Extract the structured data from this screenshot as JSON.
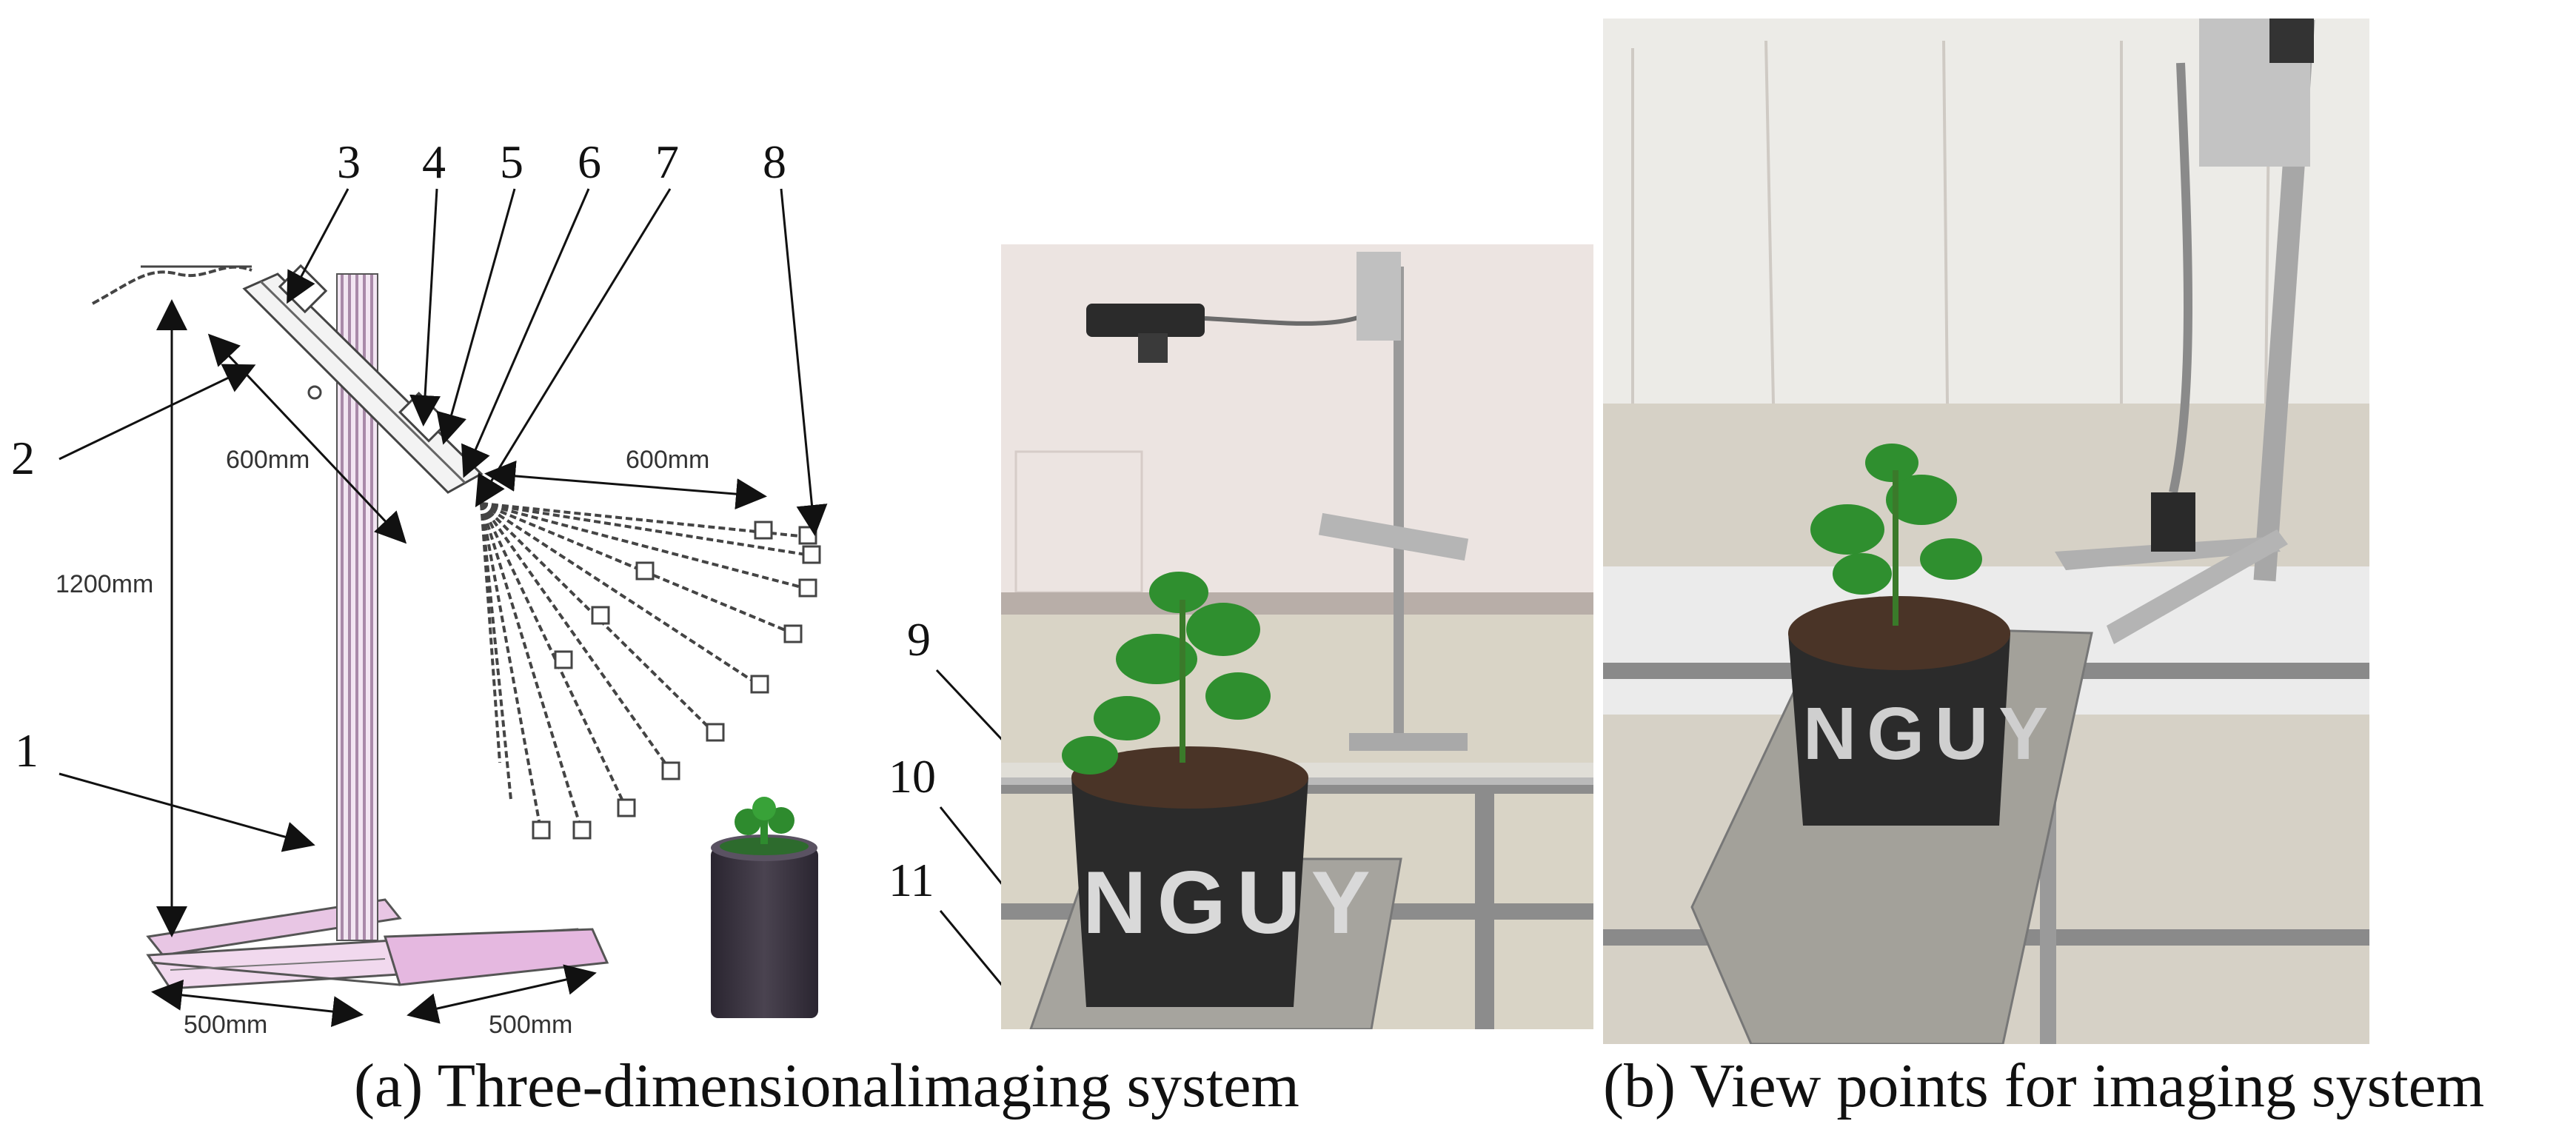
{
  "figure": {
    "part_numbers": [
      "1",
      "2",
      "3",
      "4",
      "5",
      "6",
      "7",
      "8",
      "9",
      "10",
      "11"
    ],
    "dimensions": {
      "arm_length_1": "600mm",
      "arm_length_2": "600mm",
      "height": "1200mm",
      "base_1": "500mm",
      "base_2": "500mm"
    },
    "pot_lettering": "NGUY",
    "captions": {
      "a": "(a) Three-dimensionalimaging system",
      "b": "(b) View points for imaging system"
    }
  },
  "colors": {
    "frame": "#555555",
    "pole_stripe": "#c9a6c9",
    "base_pink": "#e5b8e0",
    "pot_dark": "#3b3440",
    "plant_green": "#2e8b2e"
  }
}
